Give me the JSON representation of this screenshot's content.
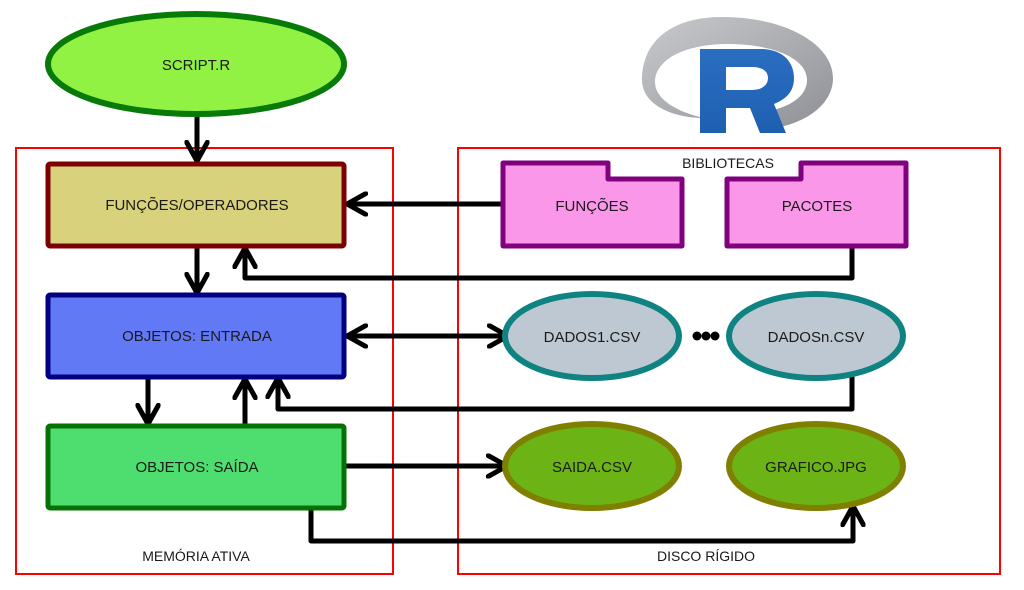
{
  "diagram": {
    "nodes": {
      "script": "SCRIPT.R",
      "funcoes_operadores": "FUNÇÕES/OPERADORES",
      "objetos_entrada": "OBJETOS: ENTRADA",
      "objetos_saida": "OBJETOS: SAÍDA",
      "lib_funcoes": "FUNÇÕES",
      "lib_pacotes": "PACOTES",
      "dados1": "DADOS1.CSV",
      "dadosn": "DADOSn.CSV",
      "saida_csv": "SAIDA.CSV",
      "grafico": "GRAFICO.JPG"
    },
    "groups": {
      "memoria": "MEMÓRIA ATIVA",
      "disco": "DISCO RÍGIDO",
      "bibliotecas": "BIBLIOTECAS"
    },
    "logo": {
      "letter": "R",
      "name": "r-logo"
    },
    "colors": {
      "group_border": "#ff0000",
      "script_fill": "#92f244",
      "script_stroke": "#077a07",
      "funcoes_fill": "#d8d27c",
      "funcoes_stroke": "#7d0000",
      "entrada_fill": "#6279f5",
      "entrada_stroke": "#000080",
      "saida_fill": "#4ede70",
      "saida_stroke": "#067206",
      "folder_fill": "#fb97e8",
      "folder_stroke": "#800080",
      "dados_fill": "#bec8d2",
      "dados_stroke": "#0f8282",
      "out_fill": "#6cb416",
      "out_stroke": "#7f7f00"
    },
    "edges": [
      {
        "from": "SCRIPT.R",
        "to": "FUNÇÕES/OPERADORES"
      },
      {
        "from": "FUNÇÕES",
        "to": "FUNÇÕES/OPERADORES"
      },
      {
        "from": "PACOTES",
        "to": "FUNÇÕES/OPERADORES"
      },
      {
        "from": "FUNÇÕES/OPERADORES",
        "to": "OBJETOS: ENTRADA"
      },
      {
        "from": "OBJETOS: ENTRADA",
        "to": "DADOS1.CSV",
        "bidirectional": true
      },
      {
        "from": "DADOSn.CSV",
        "to": "OBJETOS: ENTRADA"
      },
      {
        "from": "OBJETOS: ENTRADA",
        "to": "OBJETOS: SAÍDA"
      },
      {
        "from": "OBJETOS: SAÍDA",
        "to": "OBJETOS: ENTRADA"
      },
      {
        "from": "OBJETOS: SAÍDA",
        "to": "SAIDA.CSV"
      },
      {
        "from": "OBJETOS: SAÍDA",
        "to": "GRAFICO.JPG"
      }
    ]
  }
}
